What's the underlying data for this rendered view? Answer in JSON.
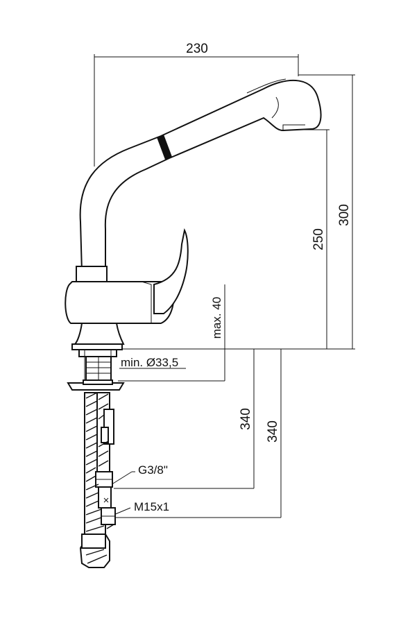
{
  "dimensions": {
    "width_total": "230",
    "height_total": "300",
    "height_spout": "250",
    "max_deck": "max. 40",
    "min_hole": "min. Ø33,5",
    "hose_length_1": "340",
    "hose_length_2": "340"
  },
  "connectors": {
    "thread_1": "G3/8\"",
    "thread_2": "M15x1"
  }
}
